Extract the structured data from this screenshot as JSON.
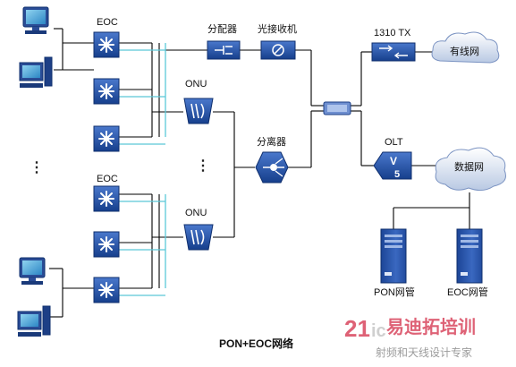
{
  "labels": {
    "eoc_top": "EOC",
    "eoc_bottom": "EOC",
    "onu_top": "ONU",
    "onu_bottom": "ONU",
    "splitter_combiner": "分配器",
    "optical_receiver": "光接收机",
    "splitter": "分离器",
    "tx": "1310 TX",
    "olt": "OLT",
    "cable_network": "有线网",
    "data_network": "数据网",
    "pon_nms": "PON网管",
    "eoc_nms": "EOC网管",
    "caption": "PON+EOC网络",
    "vertical_dots": "⋮",
    "olt_glyph": "V",
    "olt_digit": "5"
  },
  "watermark": {
    "logo_text": "21ic",
    "site_name": "易迪拓培训",
    "tagline": "射频和天线设计专家"
  },
  "colors": {
    "device_blue": "#2e5bb0",
    "device_dark": "#0f2f6e",
    "link_black": "#000000",
    "link_cyan": "#5bc8d8",
    "cloud_fill": "#dce6f4",
    "server_blue": "#2a55a8"
  }
}
